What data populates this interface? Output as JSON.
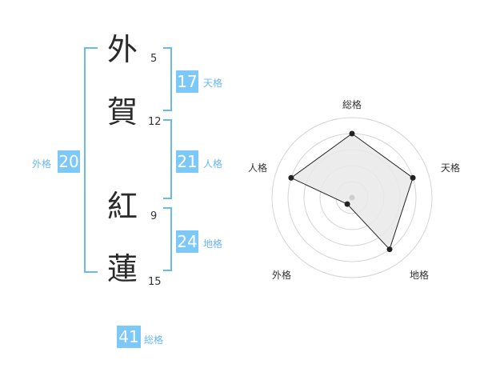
{
  "name": {
    "chars": [
      {
        "char": "外",
        "strokes": "5"
      },
      {
        "char": "賀",
        "strokes": "12"
      },
      {
        "char": "紅",
        "strokes": "9"
      },
      {
        "char": "蓮",
        "strokes": "15"
      }
    ]
  },
  "fortunes": {
    "ten": {
      "value": "17",
      "label": "天格"
    },
    "jin": {
      "value": "21",
      "label": "人格"
    },
    "chi": {
      "value": "24",
      "label": "地格"
    },
    "gai": {
      "value": "20",
      "label": "外格"
    },
    "sou": {
      "value": "41",
      "label": "総格"
    }
  },
  "colors": {
    "accent": "#7cc8f8",
    "bracket": "#6ab8ee",
    "ink": "#2a2a2a"
  },
  "chart_data": {
    "type": "radar",
    "axes": [
      "総格",
      "天格",
      "地格",
      "外格",
      "人格"
    ],
    "values": [
      4,
      4,
      4,
      0.5,
      4
    ],
    "levels": 5,
    "max": 5
  }
}
